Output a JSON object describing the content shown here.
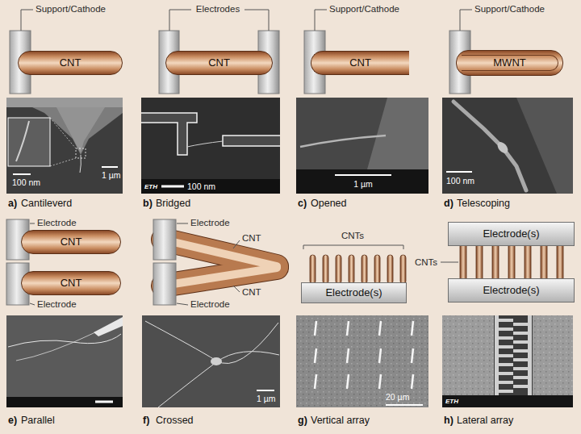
{
  "diagram": {
    "nodes": [
      {
        "text": [
          "CNT"
        ]
      },
      {
        "text": [
          "CNT"
        ]
      },
      {
        "text": [
          "CNT"
        ]
      },
      {
        "text": [
          "MWNT"
        ]
      },
      {
        "text": [
          "CNT"
        ]
      },
      {
        "text": [
          "CNT"
        ]
      },
      {
        "text": [
          "Electrode(s)"
        ]
      },
      {
        "text": [
          "Electrode(s)"
        ]
      },
      {
        "text": [
          "Electrode(s)"
        ]
      }
    ],
    "labels": [
      "Support/Cathode",
      "Electrodes",
      "Support/Cathode",
      "Support/Cathode",
      "100 nm",
      "1 µm",
      "ETH",
      "100 nm",
      "1 µm",
      "100 nm",
      "a)",
      "Cantileverd",
      "b)",
      "Bridged",
      "c)",
      "Opened",
      "d)",
      "Telescoping",
      "Electrode",
      "Electrode",
      "Electrode",
      "CNT",
      "CNT",
      "Electrode",
      "CNTs",
      "CNTs",
      "1 µm",
      "20 µm",
      "ETH",
      "e)",
      "Parallel",
      "f)",
      "Crossed",
      "g)",
      "Vertical array",
      "h)",
      "Lateral array"
    ]
  }
}
